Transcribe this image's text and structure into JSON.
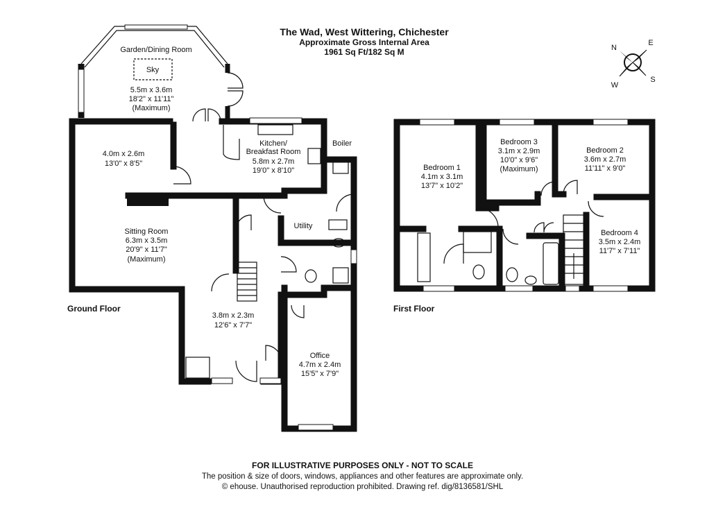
{
  "header": {
    "title": "The Wad, West Wittering, Chichester",
    "subtitle": "Approximate Gross Internal Area",
    "area": "1961 Sq Ft/182 Sq M"
  },
  "compass": {
    "n": "N",
    "e": "E",
    "s": "S",
    "w": "W"
  },
  "floors": {
    "ground": "Ground Floor",
    "first": "First Floor"
  },
  "rooms": {
    "garden": {
      "name": "Garden/Dining Room",
      "metric": "5.5m x 3.6m",
      "imperial": "18'2\" x 11'11\"",
      "note": "(Maximum)"
    },
    "sky": "Sky",
    "lounge": {
      "metric": "4.0m x 2.6m",
      "imperial": "13'0\" x 8'5\""
    },
    "kitchen": {
      "name1": "Kitchen/",
      "name2": "Breakfast Room",
      "metric": "5.8m x 2.7m",
      "imperial": "19'0\" x 8'10\""
    },
    "boiler": "Boiler",
    "utility": "Utility",
    "sitting": {
      "name": "Sitting Room",
      "metric": "6.3m x 3.5m",
      "imperial": "20'9\" x 11'7\"",
      "note": "(Maximum)"
    },
    "hall": {
      "metric": "3.8m x 2.3m",
      "imperial": "12'6\" x 7'7\""
    },
    "office": {
      "name": "Office",
      "metric": "4.7m x 2.4m",
      "imperial": "15'5\" x 7'9\""
    },
    "bed1": {
      "name": "Bedroom 1",
      "metric": "4.1m x 3.1m",
      "imperial": "13'7\" x 10'2\""
    },
    "bed3": {
      "name": "Bedroom 3",
      "metric": "3.1m x 2.9m",
      "imperial": "10'0\" x 9'6\"",
      "note": "(Maximum)"
    },
    "bed2": {
      "name": "Bedroom 2",
      "metric": "3.6m x 2.7m",
      "imperial": "11'11\" x 9'0\""
    },
    "bed4": {
      "name": "Bedroom 4",
      "metric": "3.5m x 2.4m",
      "imperial": "11'7\" x 7'11\""
    }
  },
  "footer": {
    "disclaimer": "FOR ILLUSTRATIVE PURPOSES ONLY - NOT TO SCALE",
    "note": "The position & size of doors, windows, appliances and other features are approximate only.",
    "copyright": "© ehouse. Unauthorised reproduction prohibited. Drawing ref. dig/8136581/SHL"
  }
}
